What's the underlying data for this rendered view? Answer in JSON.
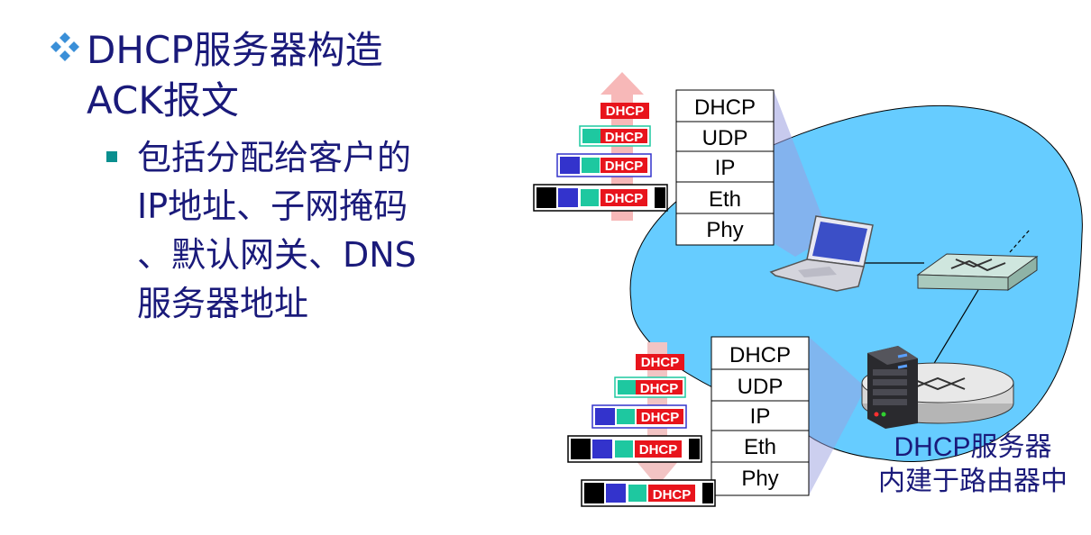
{
  "title": {
    "line1": "DHCP服务器构造",
    "line2": "ACK报文"
  },
  "bullet": {
    "lines": [
      "包括分配给客户的",
      "IP地址、子网掩码",
      "、默认网关、DNS",
      "服务器地址"
    ]
  },
  "client_stack": [
    "DHCP",
    "UDP",
    "IP",
    "Eth",
    "Phy"
  ],
  "server_stack": [
    "DHCP",
    "UDP",
    "IP",
    "Eth",
    "Phy"
  ],
  "packet_label": "DHCP",
  "server_label": {
    "line1": "DHCP服务器",
    "line2": "内建于路由器中"
  },
  "colors": {
    "cloud": "#66ccff",
    "dhcp_red": "#e8141c",
    "udp_teal": "#1ec8a0",
    "ip_blue": "#3333cc",
    "eth_black": "#000000",
    "text_navy": "#1a1a7a",
    "up_arrow": "#f7b8b8",
    "down_arrow": "#f7c8c8"
  }
}
